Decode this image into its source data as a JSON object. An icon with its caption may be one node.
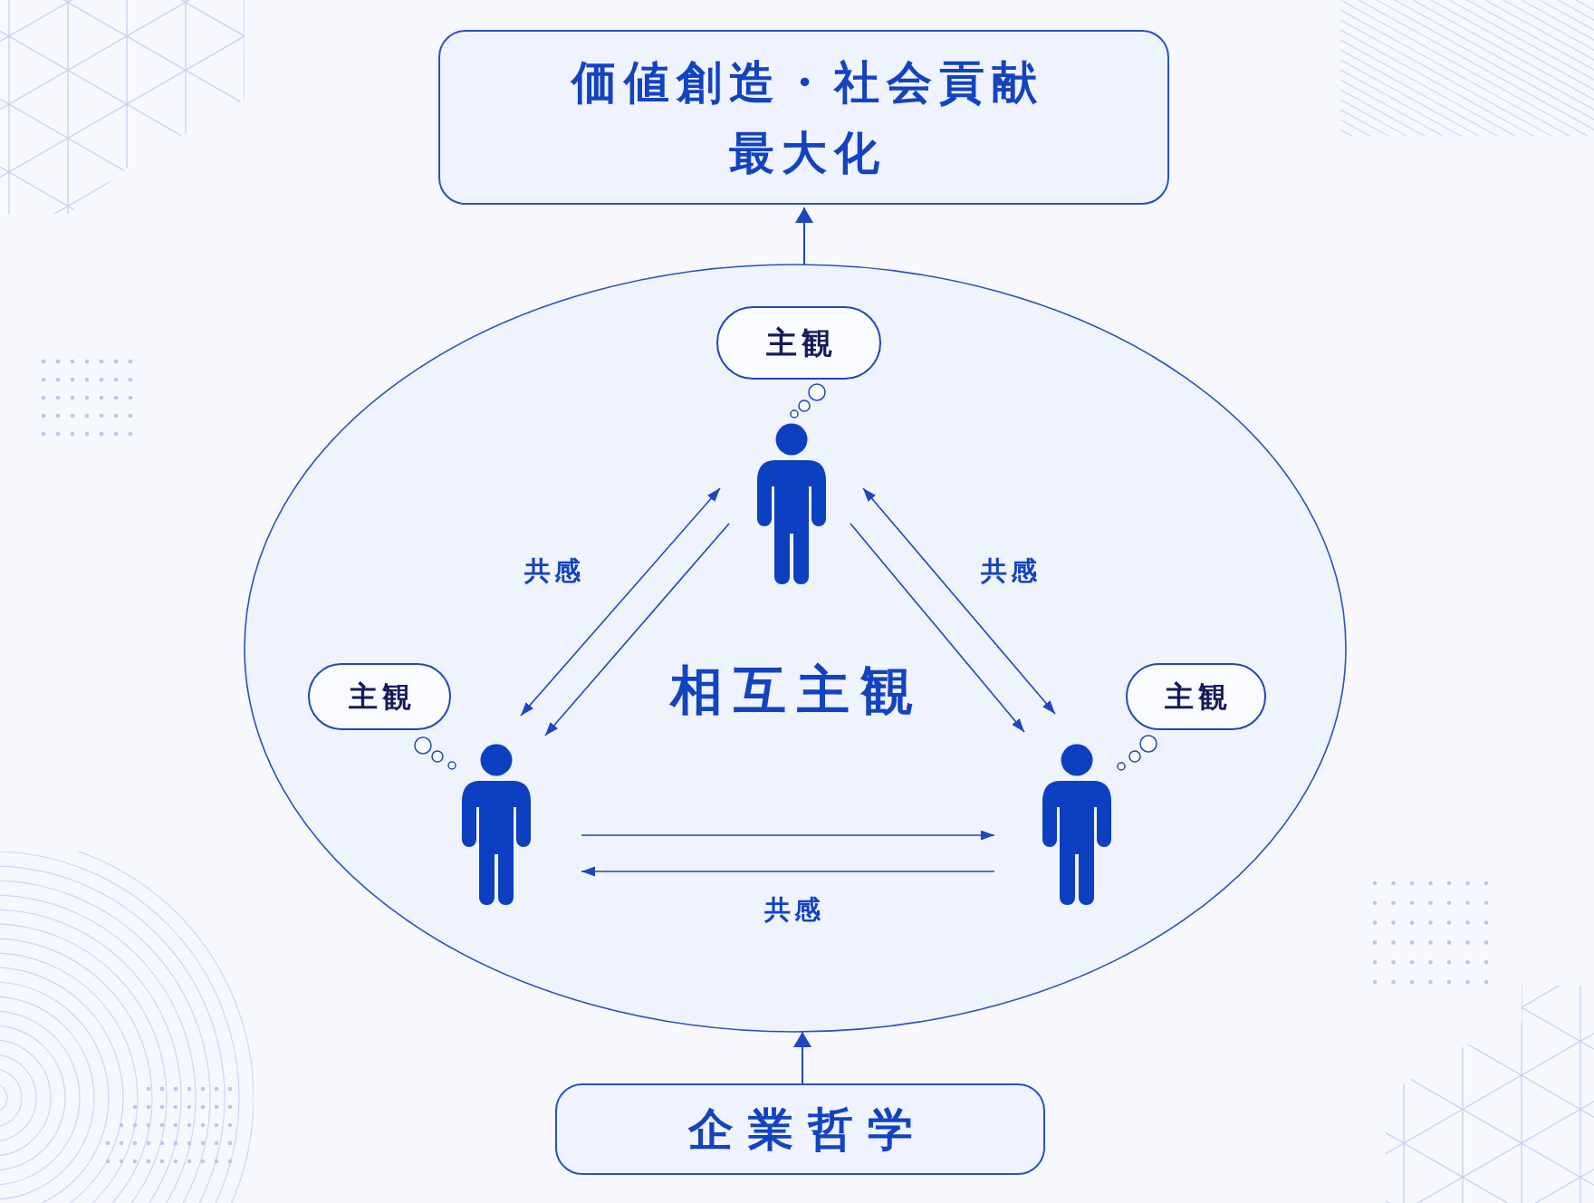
{
  "diagram": {
    "nodes": [
      {
        "text": [
          "価値創造・社会貢献最大化"
        ]
      },
      {
        "text": [
          "相互主観"
        ]
      },
      {
        "text": [
          "主観"
        ],
        "in": 1
      },
      {
        "text": [],
        "shape": "person",
        "in": 1
      },
      {
        "text": [
          "主観"
        ],
        "in": 1
      },
      {
        "text": [
          "主観"
        ],
        "in": 1
      },
      {
        "text": [],
        "shape": "person",
        "in": 1
      },
      {
        "text": [],
        "shape": "person",
        "in": 1
      },
      {
        "text": [
          "企業哲学"
        ]
      }
    ],
    "edges": [
      {
        "from": 8,
        "to": 1,
        "arrow": "to"
      },
      {
        "from": 1,
        "to": 0,
        "arrow": "to"
      },
      {
        "from": 3,
        "to": 6,
        "arrow": "both",
        "label": "共感"
      },
      {
        "from": 3,
        "to": 6,
        "arrow": "to"
      },
      {
        "from": 3,
        "to": 7,
        "arrow": "both",
        "label": "共感"
      },
      {
        "from": 3,
        "to": 7,
        "arrow": "to"
      },
      {
        "from": 6,
        "to": 7,
        "arrow": "to"
      },
      {
        "from": 7,
        "to": 6,
        "arrow": "to",
        "label": "共感"
      }
    ]
  }
}
